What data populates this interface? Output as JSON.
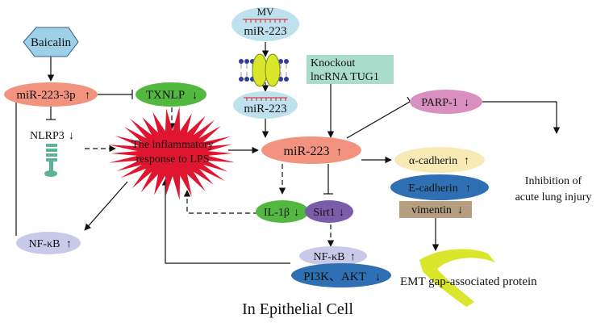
{
  "colors": {
    "salmon": "#f2937f",
    "green": "#52b840",
    "lightblue": "#bfe1ee",
    "lavender": "#c9c9ea",
    "purple": "#7b5ca8",
    "darkblue": "#2f6fb3",
    "pink": "#d98fc0",
    "cream": "#f7eab5",
    "tan": "#b59d80",
    "teal": "#aadccc",
    "red": "#e0152f",
    "yellow": "#d9e62b",
    "hex": "#9ed0e8",
    "receptor_green": "#5bb39a"
  },
  "nodes": {
    "baicalin": "Baicalin",
    "mir2233p": "miR-223-3p",
    "txnlp": "TXNLP",
    "nlrp3": "NLRP3",
    "inflammatory_line1": "The inflammatory",
    "inflammatory_line2": "response to LPS",
    "nfkb_left": "NF-κB",
    "mv": "MV",
    "mir223_top": "miR-223",
    "mir223_mid": "miR-223",
    "knockout_line1": "Knockout",
    "knockout_line2": "lncRNA TUG1",
    "mir223_center": "miR-223",
    "parp1": "PARP-1",
    "alpha_cadherin": "α-cadherin",
    "e_cadherin": "E-cadherin",
    "vimentin": "vimentin",
    "il1b": "IL-1β",
    "sirt1": "Sirt1",
    "nfkb_right": "NF-κB",
    "pi3k": "PI3K、AKT",
    "inhibition_line1": "Inhibition of",
    "inhibition_line2": "acute lung injury",
    "emt": "EMT gap-associated protein",
    "footer": "In Epithelial Cell"
  }
}
